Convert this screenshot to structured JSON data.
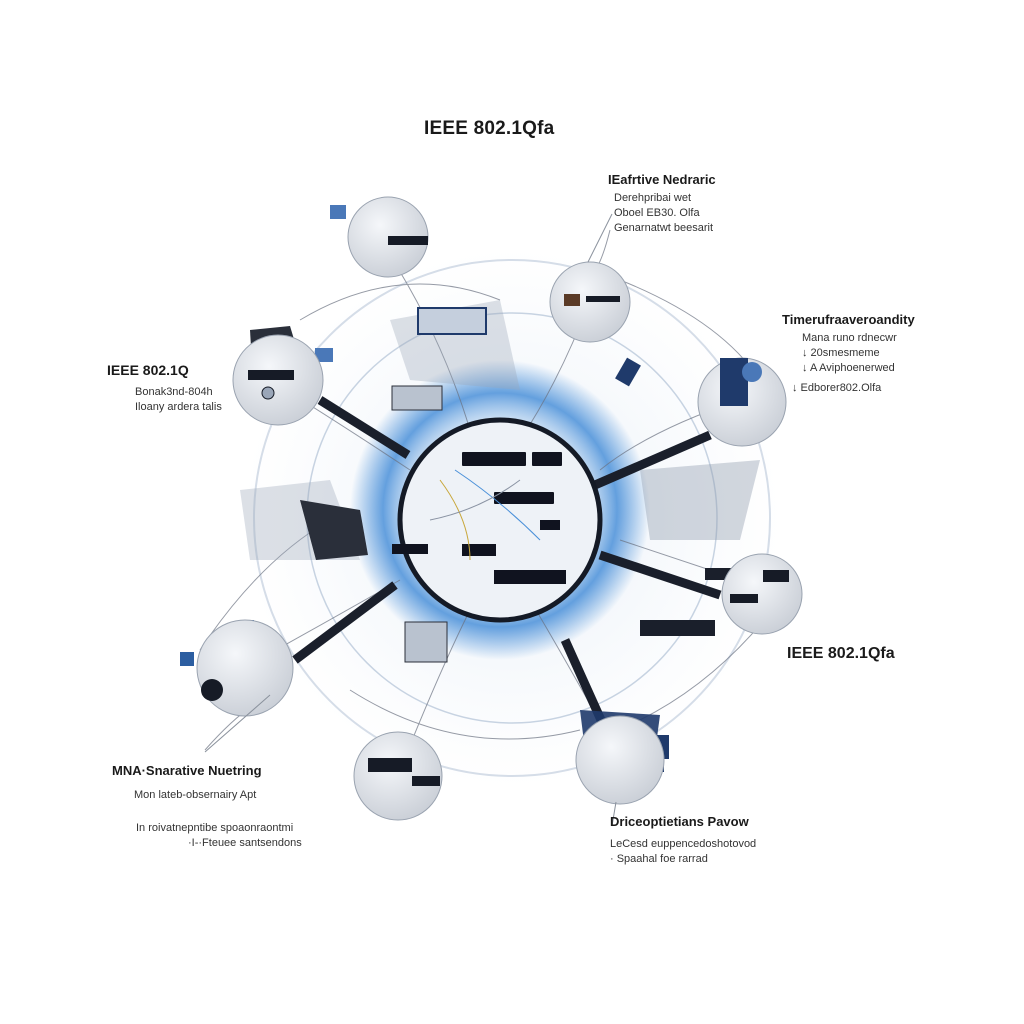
{
  "title": "IEEE 802.1Qfa",
  "callouts": {
    "top_right": {
      "heading": "IEafrtive Nedraric",
      "lines": [
        "Derehpribai wet",
        "Oboel  EB30.  Olfa",
        "Genarnatwt beesarit"
      ]
    },
    "right": {
      "heading": "Timerufraaveroandity",
      "lines": [
        "Mana runo rdnecwr",
        "↓  20smesmeme",
        "↓  A Aviphoenerwed",
        "↓  Edborer802.Olfa"
      ]
    },
    "left": {
      "heading": "IEEE 802.1Q",
      "lines": [
        "Bonak3nd-804h",
        "Iloany ardera talis"
      ]
    },
    "right_mid": {
      "heading": "IEEE 802.1Qfa"
    },
    "bottom_left": {
      "heading": "MNA·Snarative Nuetring",
      "line": "Mon lateb-obsernairy Apt",
      "lines": [
        "In roivatnepntibe spoaonraontmi",
        "·I-·Fteuee santsendons"
      ]
    },
    "bottom_right": {
      "heading": "Driceoptietians Pavow",
      "lines": [
        "LeCesd euppencedoshotovod",
        "·  Spaahal foe rarrad"
      ]
    },
    "colors": {
      "accent_blue": "#4a90d9",
      "ring_light": "#dde8f4",
      "hub_dark": "#10131f",
      "device_navy": "#1f3a6b"
    }
  }
}
